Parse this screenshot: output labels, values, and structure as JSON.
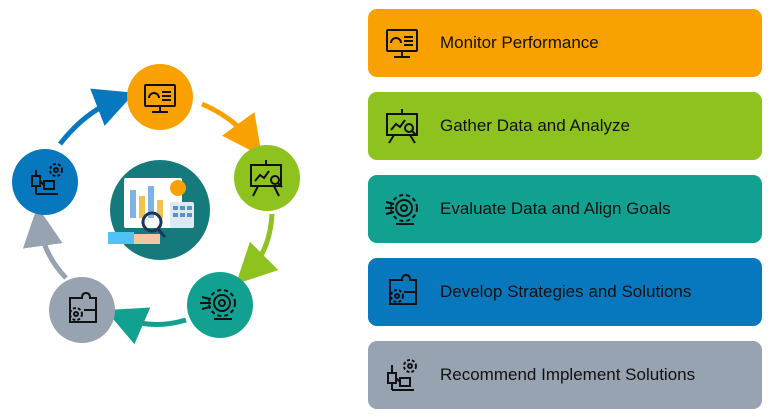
{
  "colors": {
    "orange": "#F9A100",
    "green": "#8DC21F",
    "teal": "#12A191",
    "blue": "#0878BE",
    "gray": "#98A3B2",
    "center": "#16797B"
  },
  "cycle": {
    "nodes": [
      {
        "name": "monitor",
        "icon": "monitor-dashboard-icon",
        "color": "#F9A100"
      },
      {
        "name": "gather",
        "icon": "presentation-chart-magnifier-icon",
        "color": "#8DC21F"
      },
      {
        "name": "evaluate",
        "icon": "target-gear-icon",
        "color": "#12A191"
      },
      {
        "name": "develop",
        "icon": "puzzle-gear-icon",
        "color": "#98A3B2"
      },
      {
        "name": "recommend",
        "icon": "flowchart-gear-icon",
        "color": "#0878BE"
      }
    ],
    "center_icon": "data-analysis-report-icon"
  },
  "steps": [
    {
      "label": "Monitor Performance",
      "icon": "monitor-dashboard-icon",
      "color": "#F9A100"
    },
    {
      "label": "Gather Data and Analyze",
      "icon": "presentation-chart-magnifier-icon",
      "color": "#8DC21F"
    },
    {
      "label": "Evaluate Data and Align Goals",
      "icon": "target-gear-icon",
      "color": "#12A191"
    },
    {
      "label": "Develop Strategies and Solutions",
      "icon": "puzzle-gear-icon",
      "color": "#0878BE"
    },
    {
      "label": "Recommend Implement Solutions",
      "icon": "flowchart-gear-icon",
      "color": "#98A3B2"
    }
  ]
}
